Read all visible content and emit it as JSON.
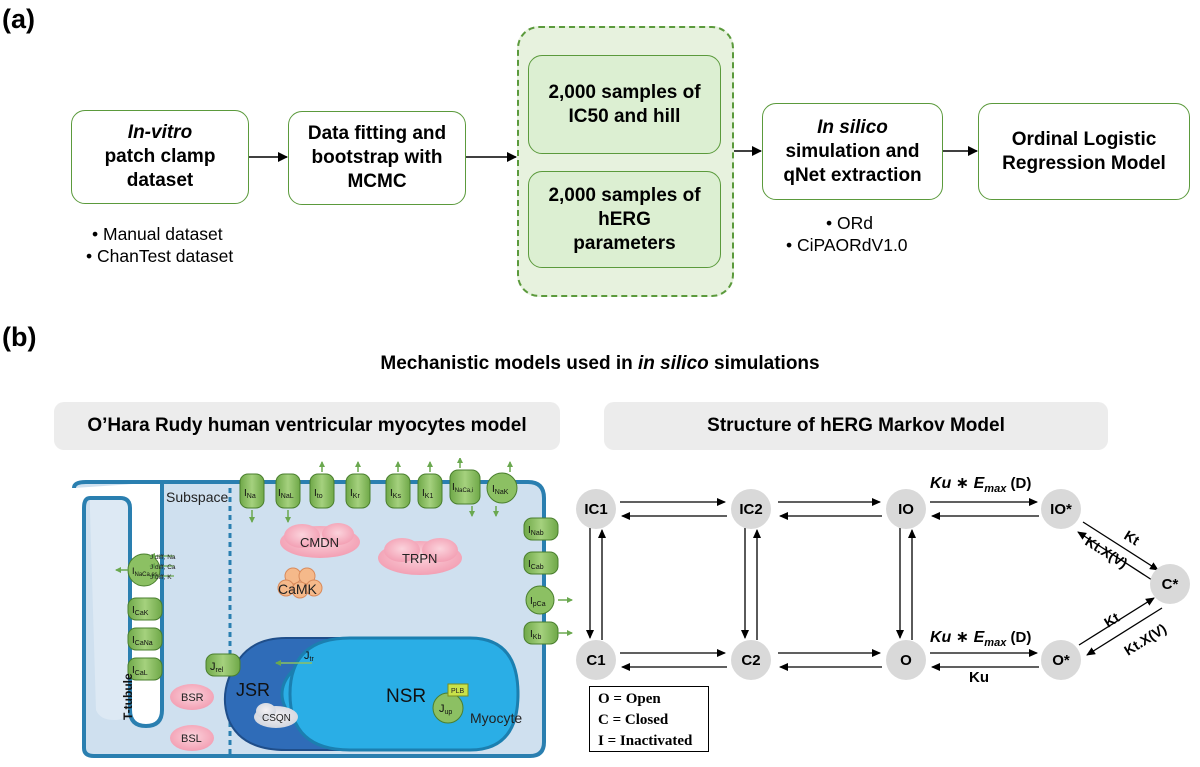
{
  "panel_a": {
    "label": "(a)",
    "box1": {
      "line1_italic": "In-vitro",
      "line1_rest": "",
      "line2": "patch clamp",
      "line3": "dataset"
    },
    "box1_bullets": [
      "• Manual dataset",
      "• ChanTest dataset"
    ],
    "box2": {
      "line1": "Data fitting and",
      "line2": "bootstrap with",
      "line3": "MCMC"
    },
    "box3": {
      "line1": "2,000 samples of",
      "line2": "IC50 and hill"
    },
    "box4": {
      "line1": "2,000 samples of",
      "line2": "hERG",
      "line3": "parameters"
    },
    "box5": {
      "line1_italic": "In silico",
      "line2": "simulation and",
      "line3": "qNet extraction"
    },
    "box5_bullets": [
      "• ORd",
      "• CiPAORdV1.0"
    ],
    "box6": {
      "line1": "Ordinal Logistic",
      "line2": "Regression Model"
    }
  },
  "panel_b": {
    "label": "(b)",
    "title_pre": "Mechanistic models used in ",
    "title_italic": "in silico",
    "title_post": " simulations",
    "left_header": "O’Hara Rudy human ventricular myocytes model",
    "right_header": "Structure of hERG Markov Model"
  },
  "cell": {
    "subspace": "Subspace",
    "myocyte": "Myocyte",
    "ttubule": "T-tubule",
    "cmdn": "CMDN",
    "trpn": "TRPN",
    "camk": "CaMK",
    "jsr": "JSR",
    "nsr": "NSR",
    "csqn": "CSQN",
    "bsr": "BSR",
    "bsl": "BSL",
    "plb": "PLB",
    "jrel": {
      "main": "J",
      "sub": "rel"
    },
    "jtr": {
      "main": "J",
      "sub": "tr"
    },
    "jup": {
      "main": "J",
      "sub": "up"
    },
    "jdiff": [
      "J diff, Na",
      "J diff, Ca",
      "J diff, K"
    ],
    "top_channels": [
      {
        "main": "I",
        "sub": "Na"
      },
      {
        "main": "I",
        "sub": "NaL"
      },
      {
        "main": "I",
        "sub": "to"
      },
      {
        "main": "I",
        "sub": "Kr"
      },
      {
        "main": "I",
        "sub": "Ks"
      },
      {
        "main": "I",
        "sub": "K1"
      },
      {
        "main": "I",
        "sub": "NaCa,i"
      },
      {
        "main": "I",
        "sub": "NaK"
      }
    ],
    "right_channels": [
      {
        "main": "I",
        "sub": "Nab"
      },
      {
        "main": "I",
        "sub": "Cab"
      },
      {
        "main": "I",
        "sub": "pCa"
      },
      {
        "main": "I",
        "sub": "Kb"
      }
    ],
    "left_channels": [
      {
        "main": "I",
        "sub": "NaCa,ss"
      },
      {
        "main": "I",
        "sub": "CaK"
      },
      {
        "main": "I",
        "sub": "CaNa"
      },
      {
        "main": "I",
        "sub": "CaL"
      }
    ]
  },
  "markov": {
    "states": [
      "IC1",
      "IC2",
      "IO",
      "IO*",
      "C*",
      "C1",
      "C2",
      "O",
      "O*"
    ],
    "rate_top_italic": "Ku ∗ E",
    "rate_top_sub": "max",
    "rate_top_tail": " (D)",
    "rate_bottom_italic": "Ku ∗ E",
    "rate_bottom_sub": "max",
    "rate_bottom_tail": " (D)",
    "rate_ku": "Ku",
    "rate_kt_upper": "Kt",
    "rate_ktx_upper": "Kt.X(V)",
    "rate_kt_lower": "Kt",
    "rate_ktx_lower": "Kt.X(V)",
    "legend": [
      "O = Open",
      "C = Closed",
      "I  = Inactivated"
    ]
  },
  "colors": {
    "green_border": "#5b9a3c",
    "green_fill": "#dcefd2",
    "cell_fill": "#cfe0ef",
    "cell_border": "#2a7fb0",
    "nsr": "#2aaee6",
    "jsr": "#2f6cb8",
    "state_fill": "#d9d9d9"
  }
}
